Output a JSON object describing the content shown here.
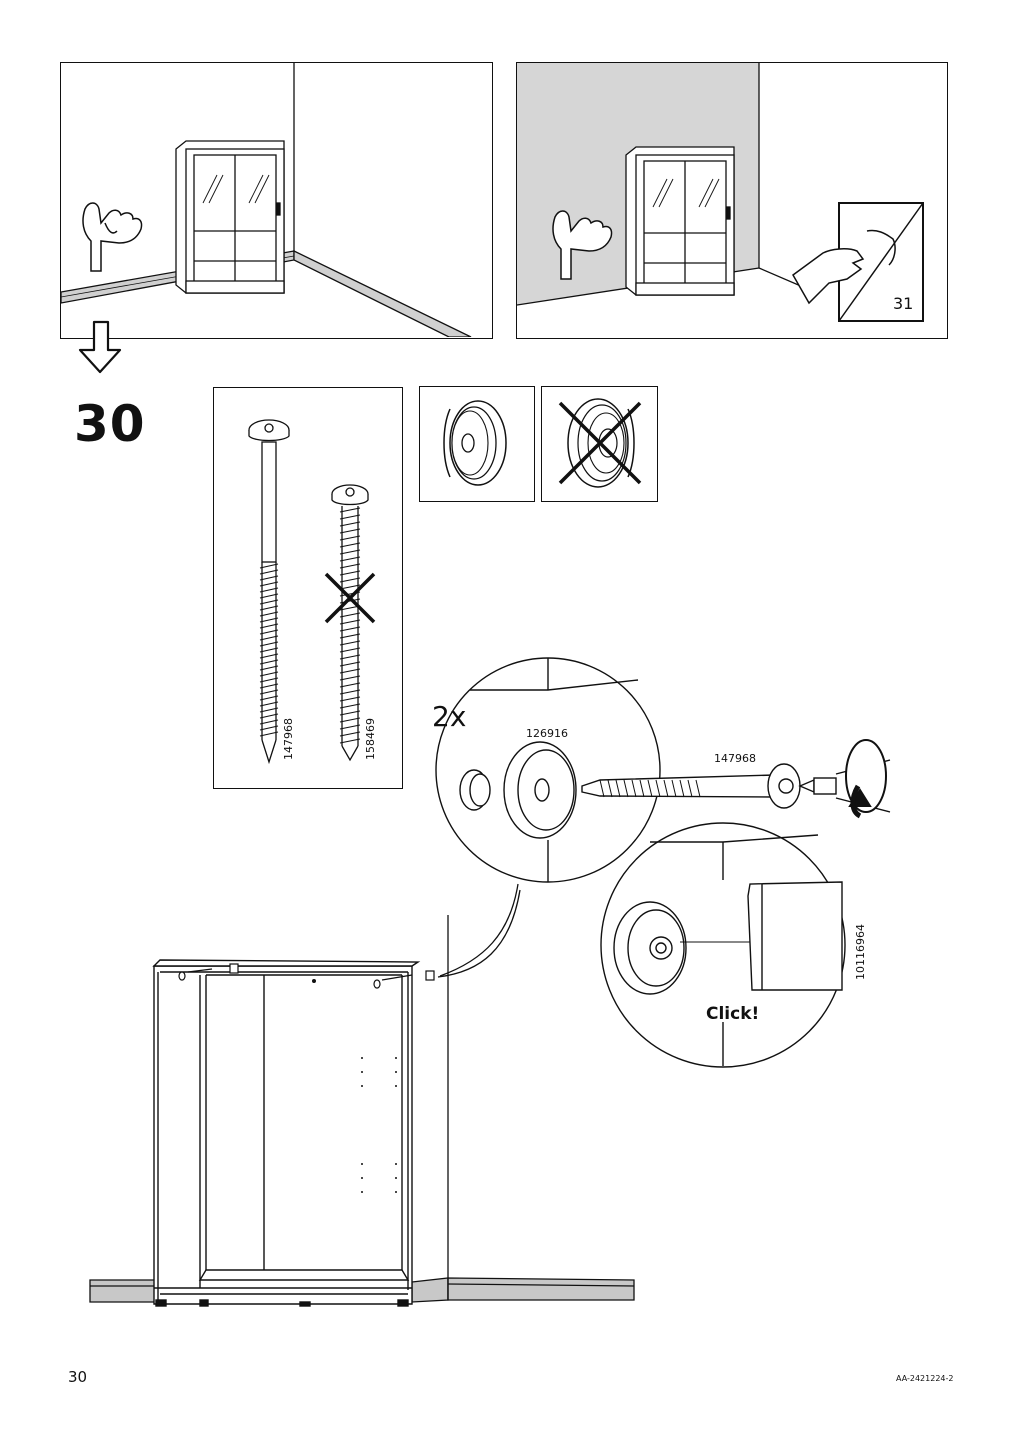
{
  "page_number": "30",
  "document_id": "AA-2421224-2",
  "step": {
    "number": "30",
    "quantity": "2x",
    "click_label": "Click!"
  },
  "intro_panels": {
    "see_page": "31"
  },
  "parts": {
    "correct_screw": "147968",
    "wrong_screw": "158469",
    "washer": "126916",
    "screw_in_callout": "147968",
    "cover_cap": "10116964"
  },
  "colors": {
    "line": "#111111",
    "wall_shade": "#d6d6d6",
    "floor_shade": "#c8c8c8"
  }
}
